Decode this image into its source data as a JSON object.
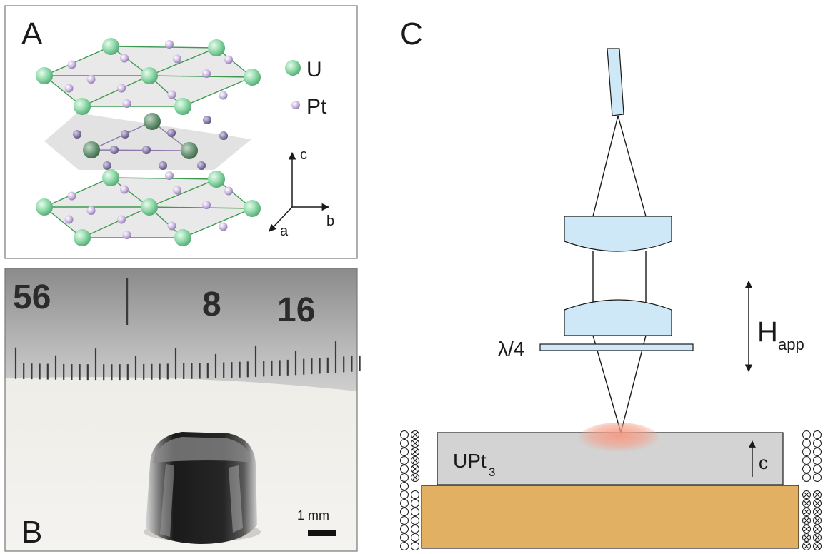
{
  "panels": {
    "a": {
      "label": "A"
    },
    "b": {
      "label": "B"
    },
    "c": {
      "label": "C"
    }
  },
  "lattice_legend": {
    "u": "U",
    "pt": "Pt"
  },
  "axes": {
    "a": "a",
    "b": "b",
    "c": "c"
  },
  "ruler": {
    "n56": "56",
    "n8": "8",
    "n16": "16"
  },
  "scale_bar": {
    "text": "1 mm"
  },
  "optics": {
    "waveplate": "λ/4",
    "field_main": "H",
    "field_sub": "app",
    "sample_main": "UPt",
    "sample_sub": "3",
    "c_axis": "c"
  },
  "colors": {
    "u_atom": "#8fd9a8",
    "pt_atom": "#c9b6df",
    "bond": "#3e9a50",
    "lens": "#cfe8f8",
    "sample": "#d3d3d3",
    "substrate": "#e2b062",
    "laser_spot": "#f4a08a"
  }
}
